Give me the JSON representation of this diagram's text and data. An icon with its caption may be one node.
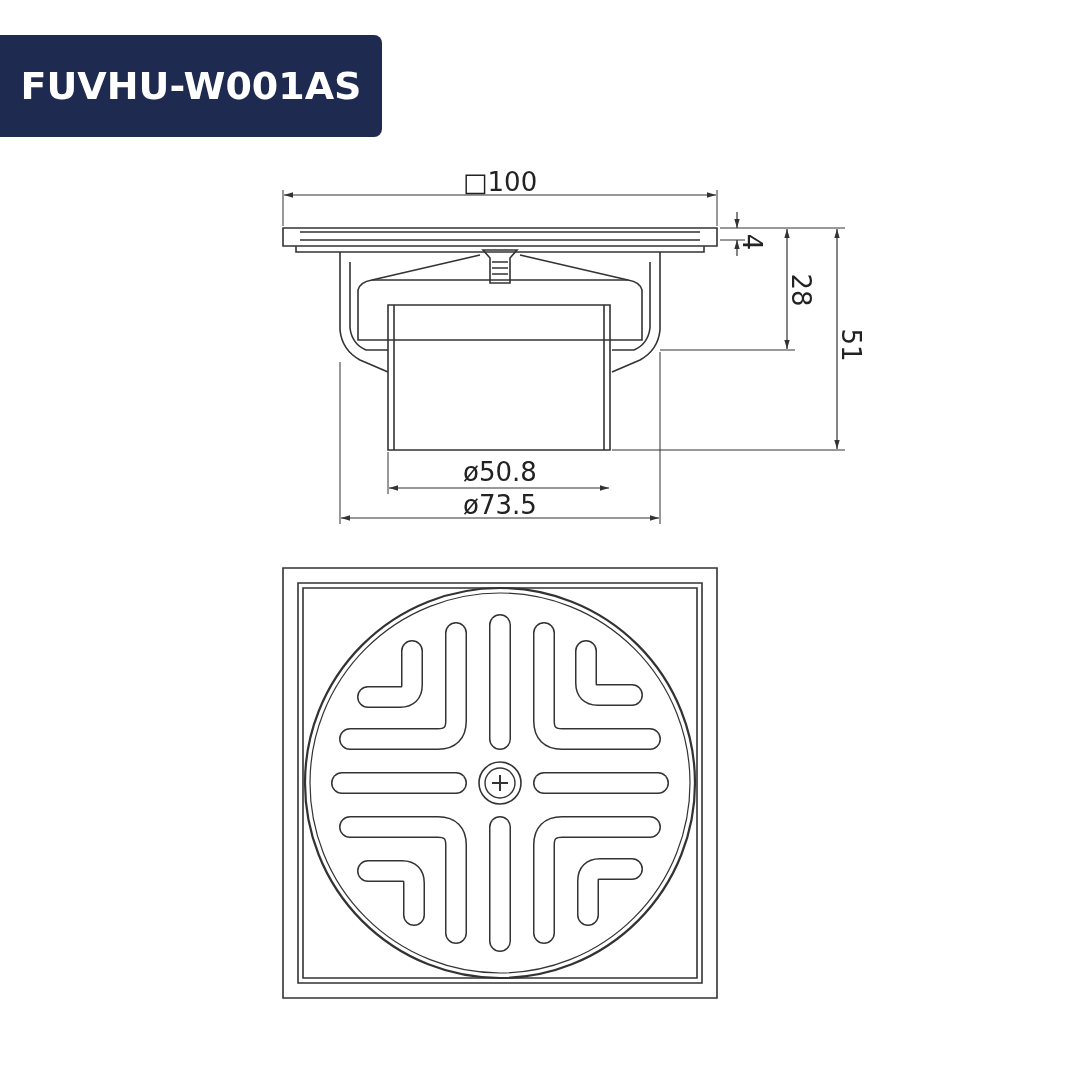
{
  "diagram": {
    "title": "FUVHU-W001AS",
    "labels": [
      "□100",
      "4",
      "28",
      "51",
      "ø50.8",
      "ø73.5"
    ]
  }
}
